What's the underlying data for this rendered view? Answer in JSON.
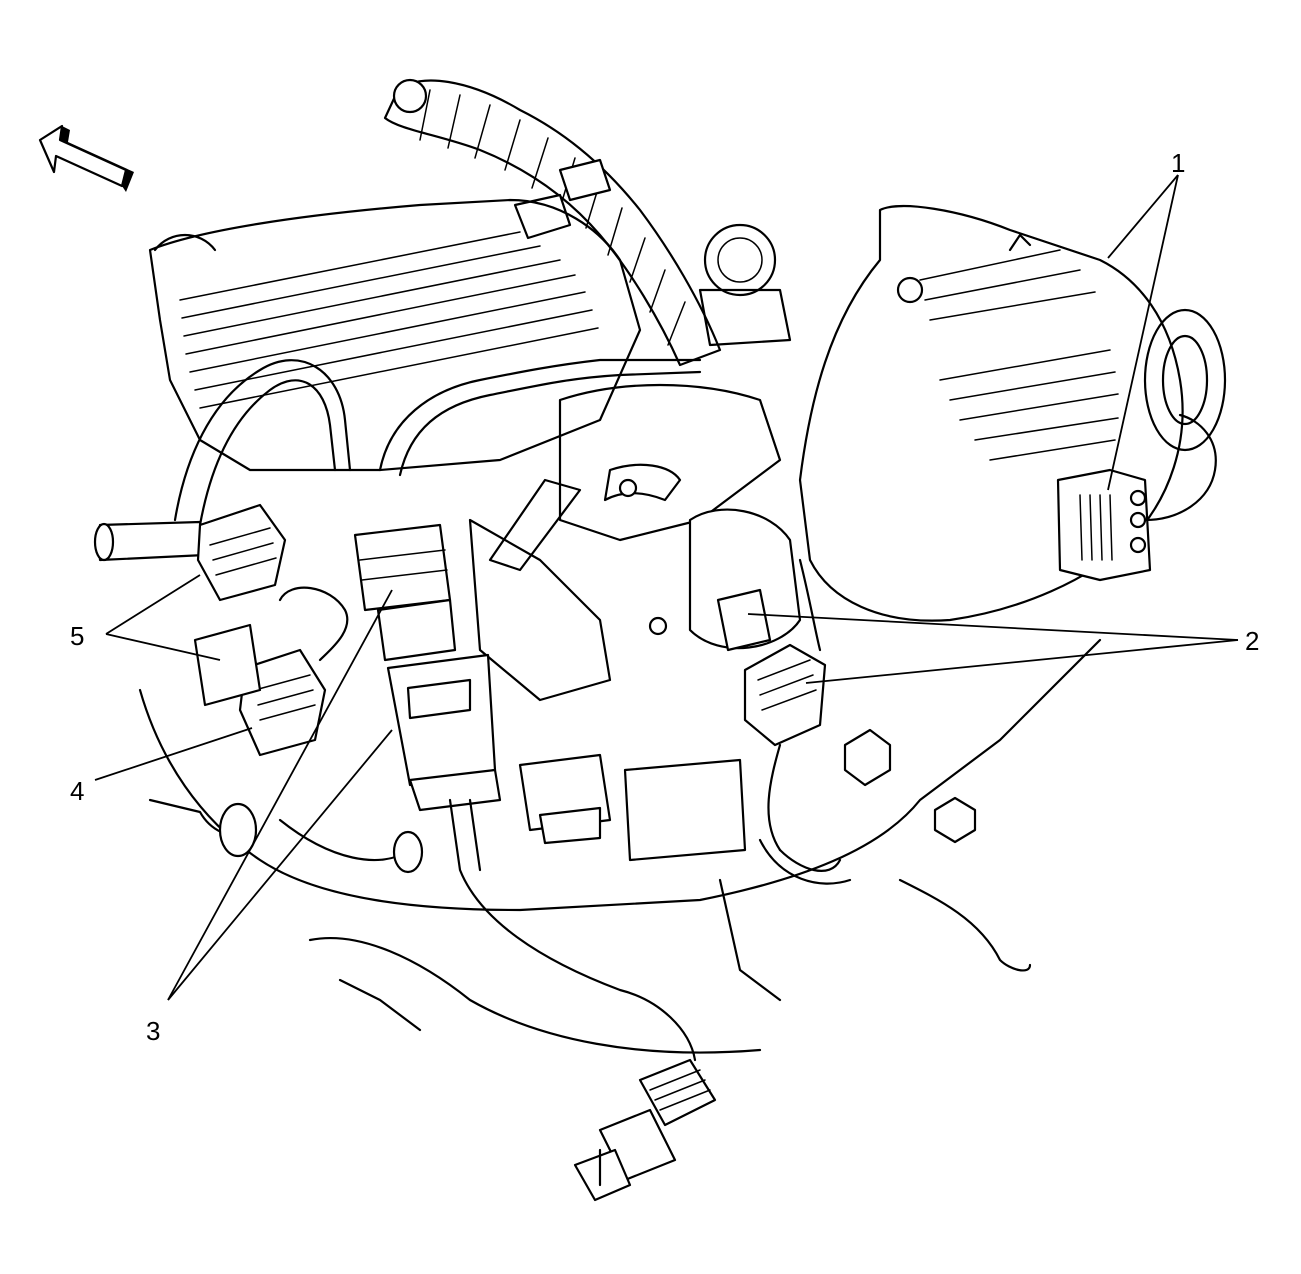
{
  "callouts": [
    {
      "id": "c1",
      "label": "1"
    },
    {
      "id": "c2",
      "label": "2"
    },
    {
      "id": "c3",
      "label": "3"
    },
    {
      "id": "c4",
      "label": "4"
    },
    {
      "id": "c5",
      "label": "5"
    }
  ],
  "colors": {
    "line": "#000000",
    "background": "#ffffff"
  },
  "icons": {
    "direction": "arrow-up-left-icon"
  }
}
